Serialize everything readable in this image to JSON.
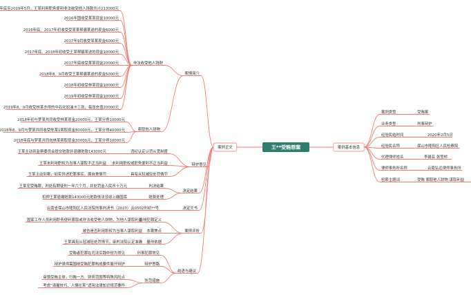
{
  "root": "王**受贿罪案",
  "left": {
    "label": "案例正文",
    "children": [
      {
        "label": "案情简介",
        "children": [
          {
            "label": "非法收受他人钱财",
            "children": [
              "2016年底至2019年5月，王某利用职务便利非法收受他人钱款共计213000元",
              "2016年国收受某某现金10000元",
              "2016年底、2017年初收受受某某帮骗某送的现金6000元",
              "2017年9月收受某某现金6000元",
              "2017年底、2018年初收受王某帮骗某送的现金10000元",
              "2017年底收受某某现金20000元",
              "2018年8、9月收受王某帮骗某送的现金5000元",
              "2018年初收受林某现金10000元",
              "2019年初收受林某现金10000元",
              "2019年8、9月收受林某亦得的中石化加油卡三张，每张充值20000元"
            ]
          },
          {
            "label": "索取他人财物",
            "children": [
              "2018年初与梦某共同收受林某现金20000元，王某分得10000元",
              "2018年8、9月与梦某共同收受陈某1索取现金80000元，王某分得40000元",
              "2018年底与梦某共同向林某索取现金30000元，王某分得10000元"
            ]
          }
        ]
      },
      {
        "label": "辩护意见",
        "children": [
          {
            "label": "违纪认定认罚从宽制度",
            "children": [
              "王某主动到监察委员会提交赃款并退缴赃款143000元"
            ]
          },
          {
            "label": "未利用职权或职务便利不正当利益",
            "children": [
              "王某未利用职权为当事人谋取不正当利益"
            ]
          },
          {
            "label": "具有从轻减轻处罚情节",
            "children": [
              "王某主动到案，如实供述犯罪事实，属自首情节"
            ]
          }
        ]
      },
      {
        "label": "决定结果",
        "children": [
          {
            "label": "判决结果",
            "children": [
              "王某犯受贿罪，判处有期徒刑一年六个月，并处罚金人民币十万元"
            ]
          },
          {
            "label": "赃款处理",
            "children": [
              "扣押王某退缴赃款143000元赃款依法没收上缴国库"
            ]
          }
        ]
      },
      {
        "label": "决定文书",
        "children": [
          "云南省保山市隆阳区人民法院刑事判决书（2020）云0502刑初**号"
        ]
      },
      {
        "label": "案例评析",
        "children": [
          {
            "label": "影响犯罪定义",
            "children": [
              "国家工作人员利用职务便利索取或非法收受他人财物，为他人谋取利益"
            ]
          },
          {
            "label": "本案焦点",
            "children": [
              "被告是否利用职权为当事人谋取利益"
            ]
          },
          {
            "label": "量刑依据",
            "children": [
              "王某具有从轻减轻处罚情节，审判法院认定准确"
            ]
          }
        ]
      },
      {
        "label": "结语与建议",
        "children": [
          {
            "label": "刑事犯罪常见",
            "children": [
              "受贿者犯罪在司法实践中较为常见"
            ]
          },
          {
            "label": "辩护思路",
            "children": [
              "辩护律师需围绕受贿犯罪构成要件展开辩护"
            ]
          },
          {
            "label": "防范措施",
            "children": [
              "审慎受贿主体，行贿一方、财务范围等特殊风险点",
              "考虑“请握技巧、人情往来”适用法律知识规范要件"
            ]
          }
        ]
      }
    ]
  },
  "right": {
    "label": "案例基本信息",
    "items": [
      {
        "key": "案例类型",
        "value": "受贿案"
      },
      {
        "key": "业务类型",
        "value": "刑事辩护"
      },
      {
        "key": "经验民结时间",
        "value": "2020年2月5日"
      },
      {
        "key": "经验民名称",
        "value": "保山市隆阳区人民检察院"
      },
      {
        "key": "代理律师姓名",
        "value": "李建芸  张莹桥"
      },
      {
        "key": "律师事务所名称",
        "value": "云南弘远律师事务所"
      },
      {
        "key": "检索主题词",
        "value": "受贿  索取他人财物  谋取利益"
      }
    ]
  },
  "colors": {
    "root_fill": "#2e7d6e",
    "branch_line": "#ef7f74",
    "node_border": "#ef9a8e",
    "text": "#333333"
  }
}
